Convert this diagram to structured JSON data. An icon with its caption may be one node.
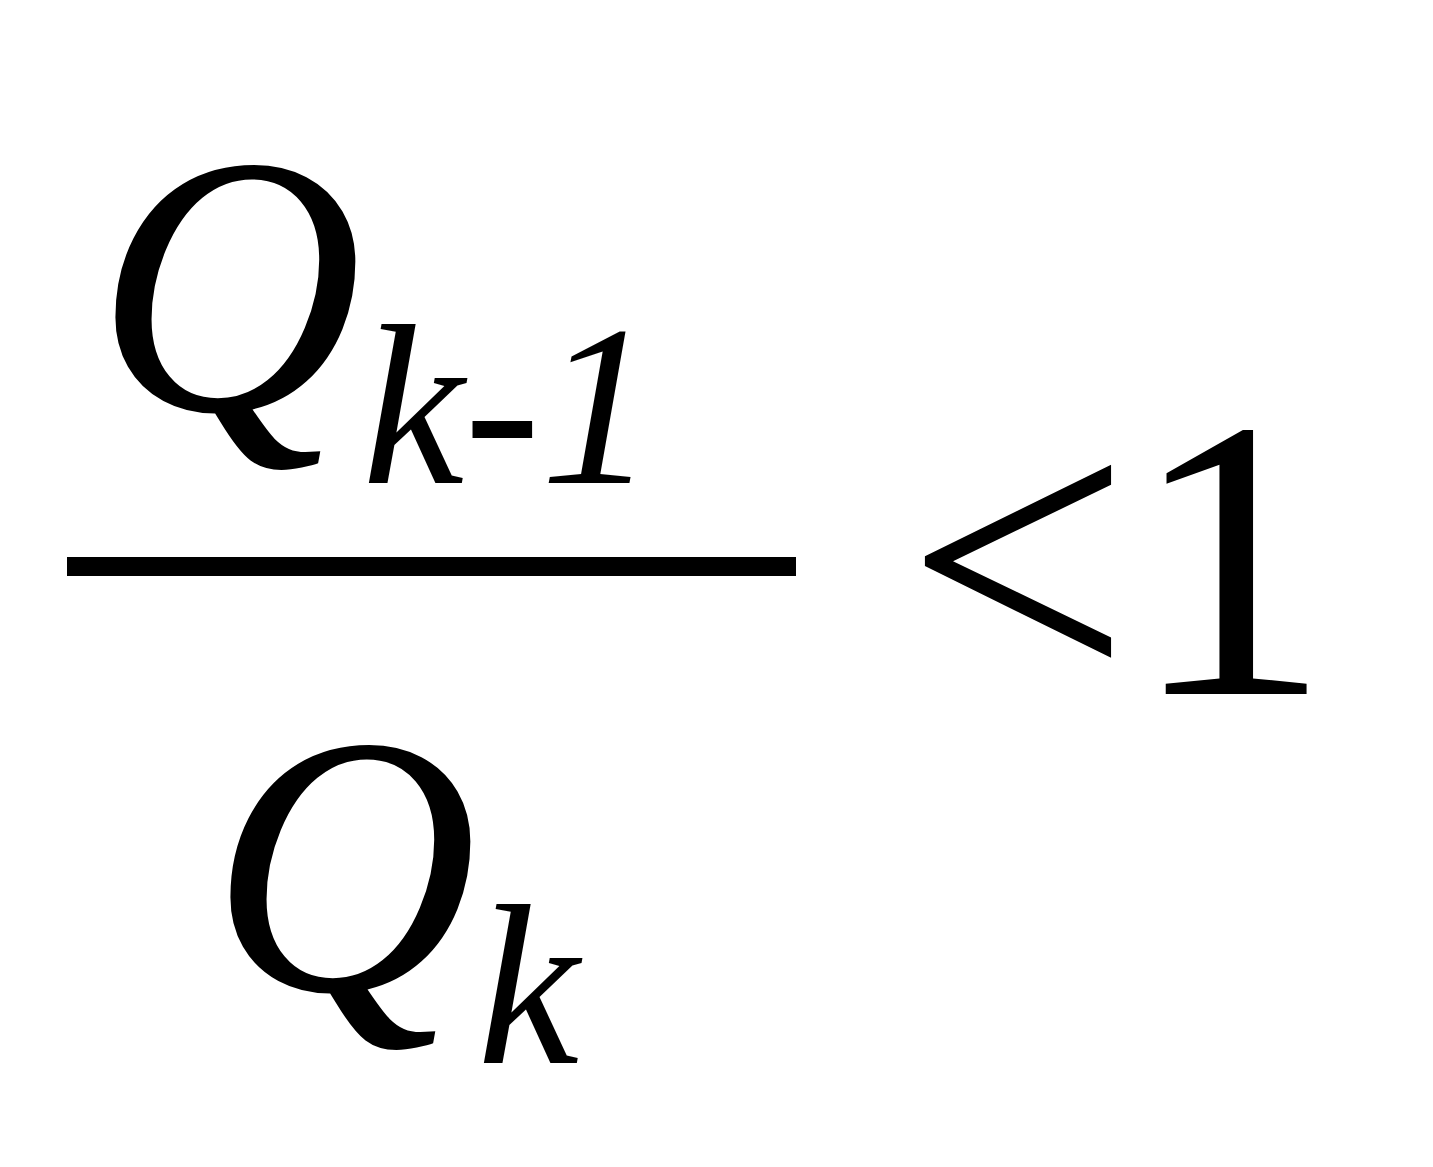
{
  "diagram": {
    "labels": [
      "Q$_{k-1}$",
      "Q$_{k}$",
      "<1"
    ]
  }
}
